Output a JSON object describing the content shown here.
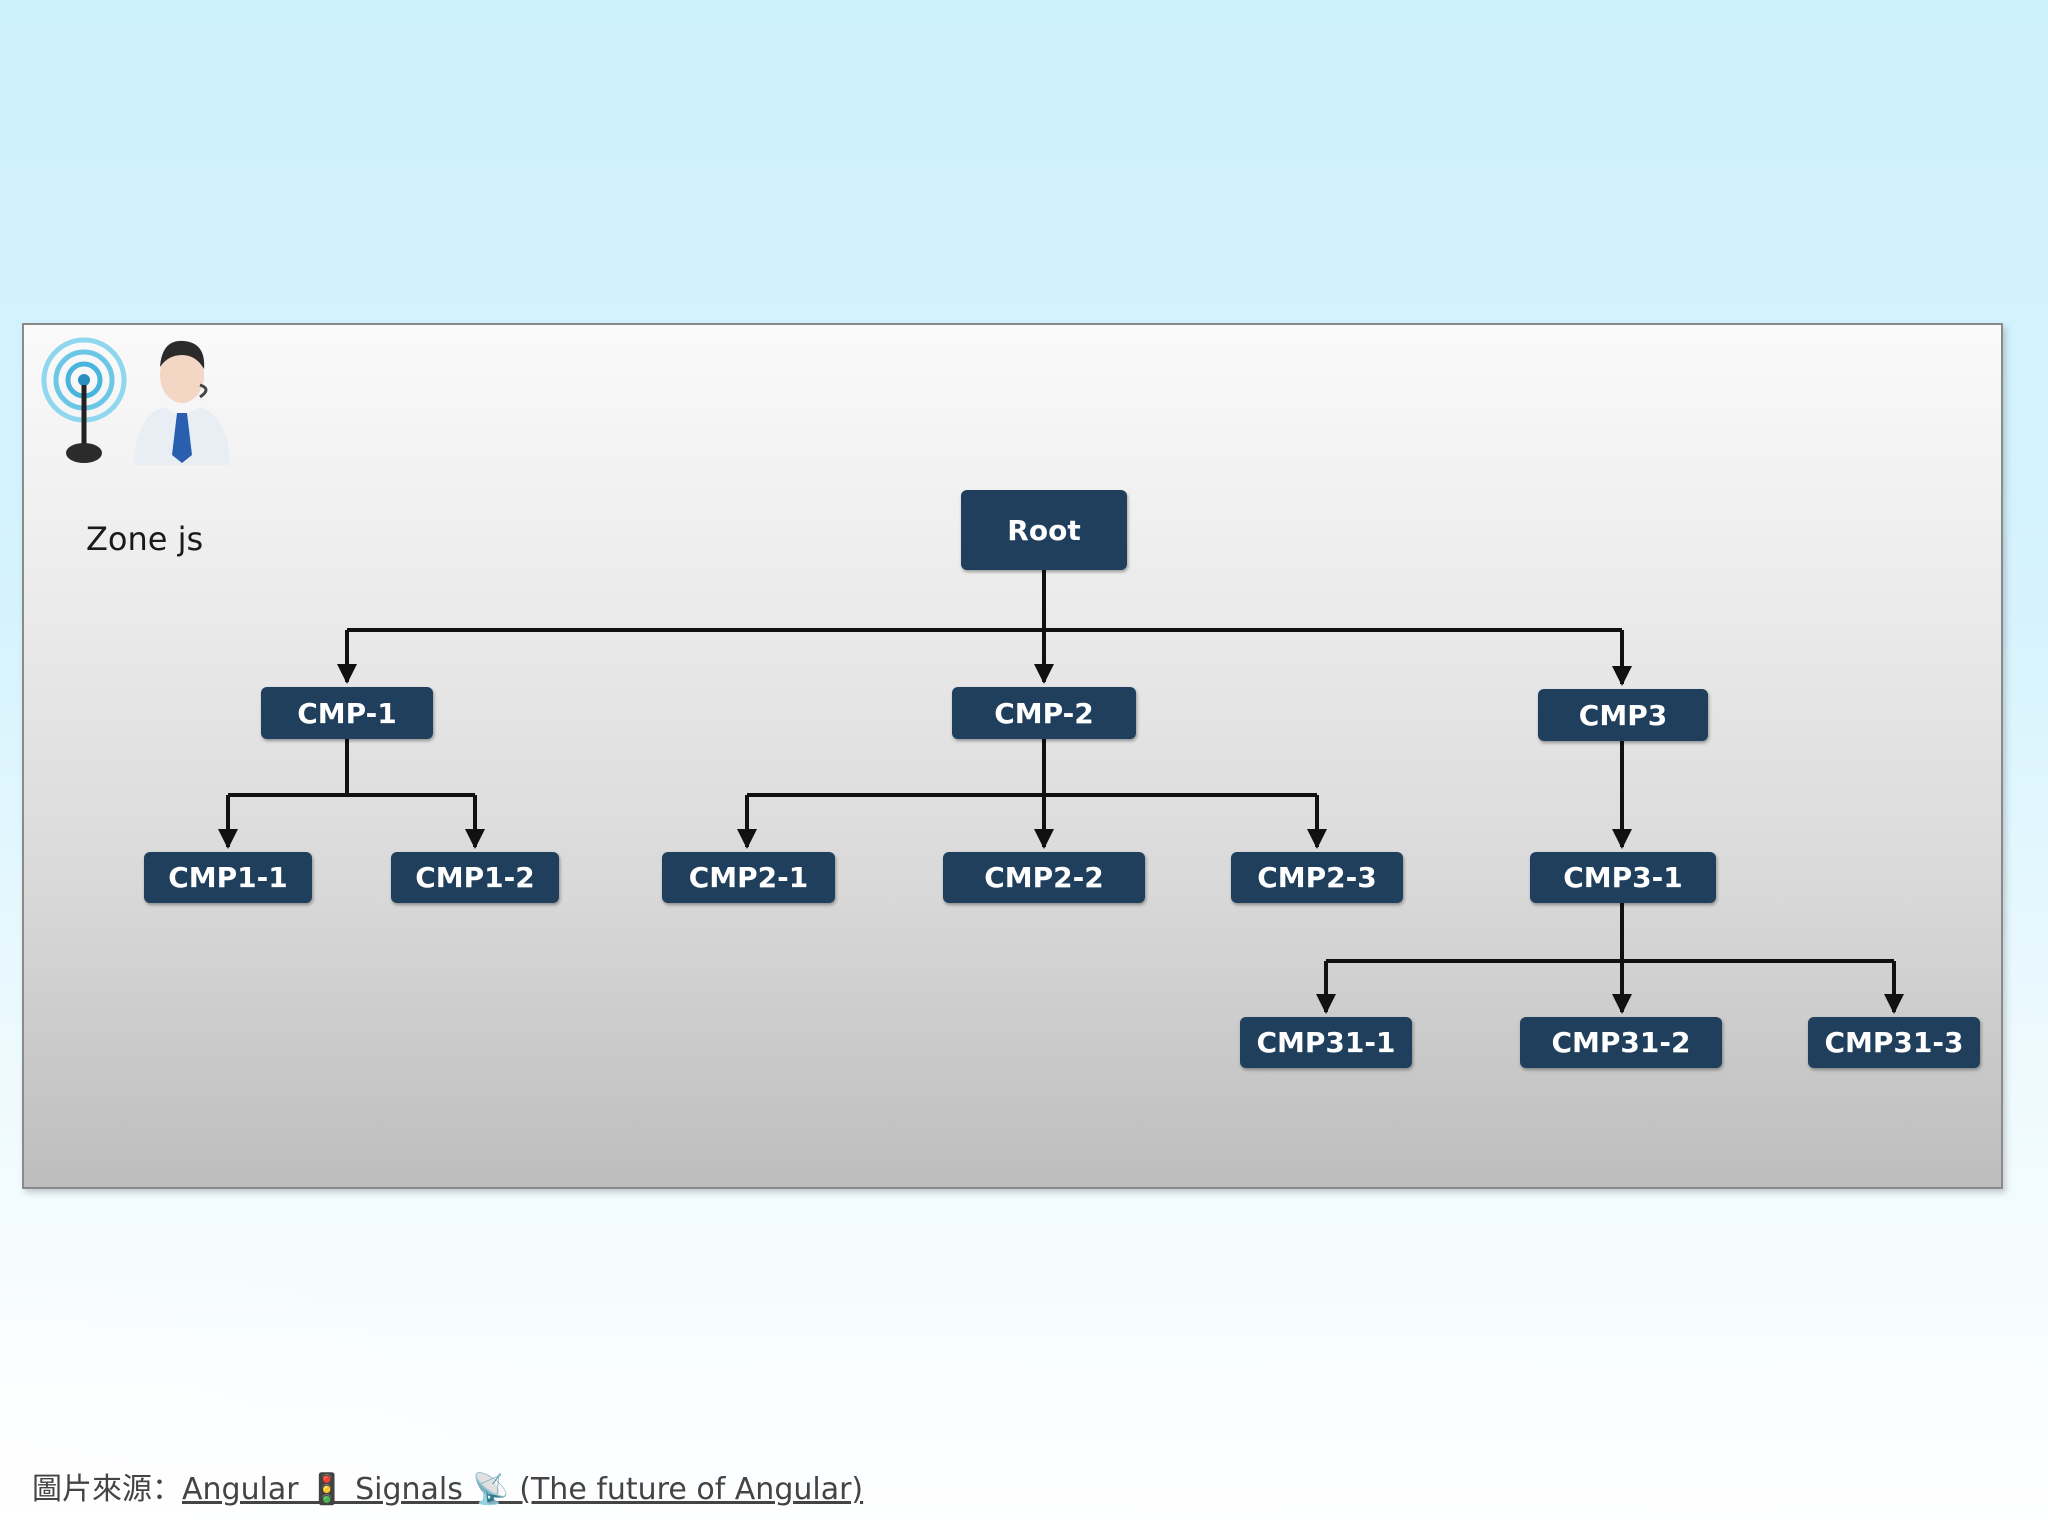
{
  "diagram": {
    "zone_label": "Zone js",
    "zone_icon": "antenna-person-icon",
    "nodes": {
      "root": "Root",
      "cmp1": "CMP-1",
      "cmp2": "CMP-2",
      "cmp3": "CMP3",
      "cmp1_1": "CMP1-1",
      "cmp1_2": "CMP1-2",
      "cmp2_1": "CMP2-1",
      "cmp2_2": "CMP2-2",
      "cmp2_3": "CMP2-3",
      "cmp3_1": "CMP3-1",
      "cmp31_1": "CMP31-1",
      "cmp31_2": "CMP31-2",
      "cmp31_3": "CMP31-3"
    },
    "edges": [
      [
        "Root",
        "CMP-1"
      ],
      [
        "Root",
        "CMP-2"
      ],
      [
        "Root",
        "CMP3"
      ],
      [
        "CMP-1",
        "CMP1-1"
      ],
      [
        "CMP-1",
        "CMP1-2"
      ],
      [
        "CMP-2",
        "CMP2-1"
      ],
      [
        "CMP-2",
        "CMP2-2"
      ],
      [
        "CMP-2",
        "CMP2-3"
      ],
      [
        "CMP3",
        "CMP3-1"
      ],
      [
        "CMP3-1",
        "CMP31-1"
      ],
      [
        "CMP3-1",
        "CMP31-2"
      ],
      [
        "CMP3-1",
        "CMP31-3"
      ]
    ],
    "colors": {
      "node_fill": "#1f3f5c",
      "node_text": "#ffffff",
      "connector": "#111111"
    }
  },
  "caption": {
    "prefix": "圖片來源：",
    "link_text": "Angular 🚦 Signals 📡 (The future of Angular)"
  }
}
